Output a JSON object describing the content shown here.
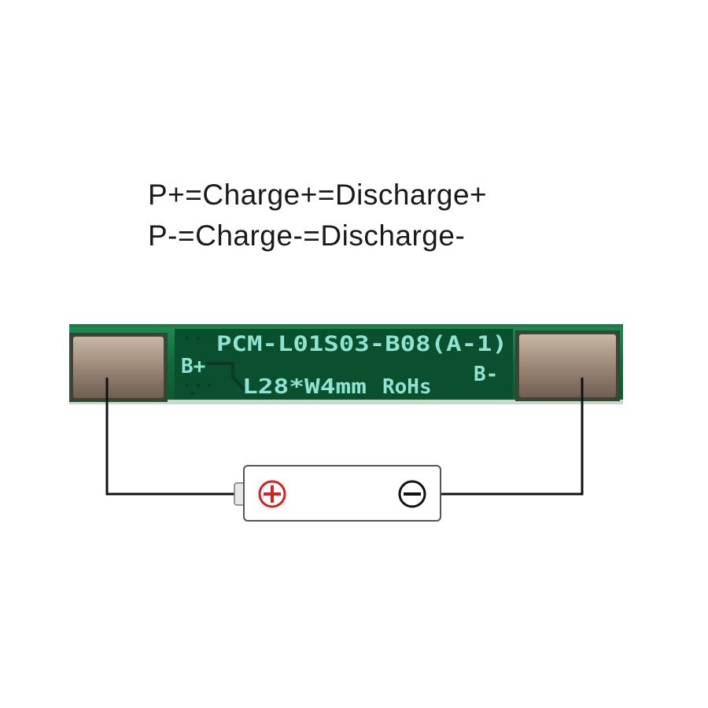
{
  "legend": {
    "line1": "P+=Charge+=Discharge+",
    "line2": "P-=Charge-=Discharge-"
  },
  "board": {
    "model": "PCM-L01S03-B08(A-1)",
    "size_label": "L28*W4mm",
    "rohs_label": "RoHs",
    "b_plus_label": "B+",
    "b_minus_label": "B-"
  },
  "battery": {
    "positive_symbol": "plus-terminal-icon",
    "negative_symbol": "minus-terminal-icon"
  },
  "colors": {
    "pcb": "#0f6a3c",
    "silkscreen": "#8fe3d0",
    "pad": "#9c8878",
    "wire": "#111111",
    "positive": "#d42020",
    "negative": "#111111"
  }
}
